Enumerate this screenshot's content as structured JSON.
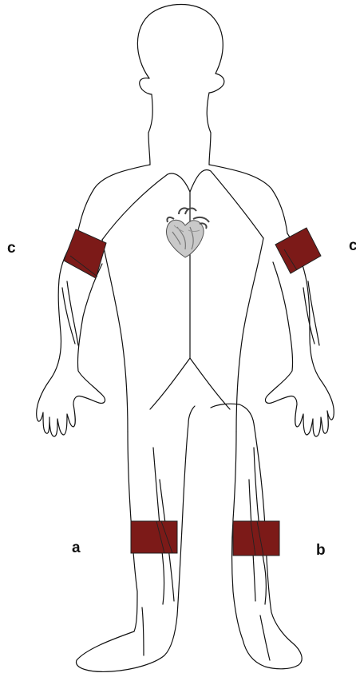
{
  "labels": {
    "right_arm": "c",
    "left_arm": "c",
    "right_leg": "a",
    "left_leg": "b"
  },
  "colors": {
    "cuff": "#7c1a18",
    "outline": "#111111",
    "background": "#ffffff"
  },
  "icons": {
    "heart": "heart-icon"
  }
}
